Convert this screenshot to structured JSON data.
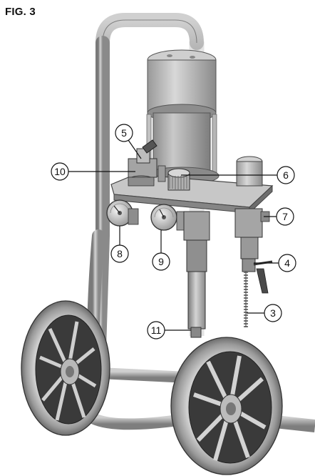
{
  "figure": {
    "title": "FIG. 3"
  },
  "callouts": [
    {
      "id": "5",
      "label": "5"
    },
    {
      "id": "10",
      "label": "10"
    },
    {
      "id": "6",
      "label": "6"
    },
    {
      "id": "7",
      "label": "7"
    },
    {
      "id": "8",
      "label": "8"
    },
    {
      "id": "9",
      "label": "9"
    },
    {
      "id": "4",
      "label": "4"
    },
    {
      "id": "3",
      "label": "3"
    },
    {
      "id": "11",
      "label": "11"
    }
  ],
  "colors": {
    "body": "#a9a9a9",
    "shadow": "#6e6e6e",
    "highlight": "#d6d6d6",
    "dark": "#3a3a3a",
    "outline": "#222222"
  }
}
